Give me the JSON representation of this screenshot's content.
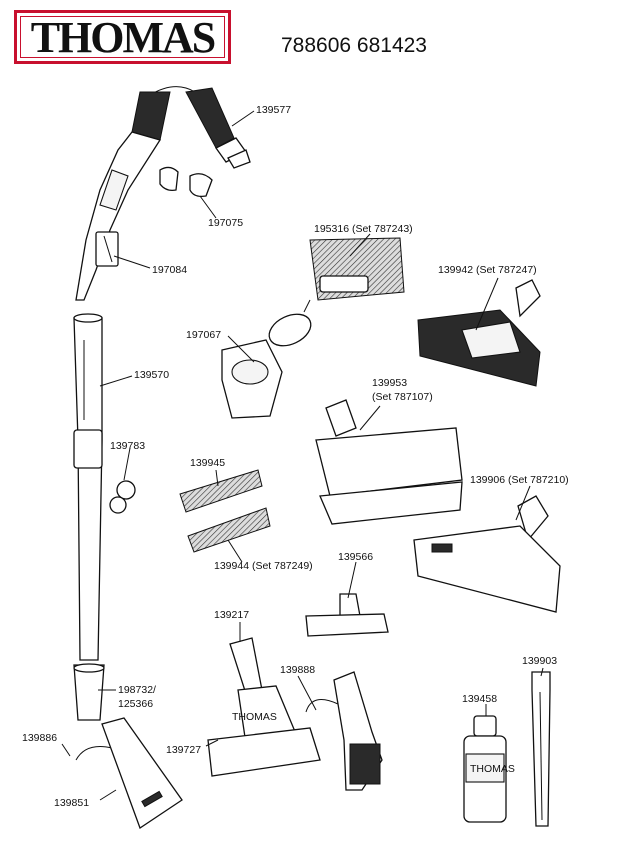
{
  "brand": {
    "logo_text": "THOMAS",
    "border_color": "#c8102e"
  },
  "document": {
    "number": "788606 681423"
  },
  "parts": [
    {
      "id": "p139577",
      "label": "139577"
    },
    {
      "id": "p197075",
      "label": "197075"
    },
    {
      "id": "p197084",
      "label": "197084"
    },
    {
      "id": "p195316",
      "label": "195316 (Set 787243)"
    },
    {
      "id": "p139942",
      "label": "139942 (Set 787247)"
    },
    {
      "id": "p197067",
      "label": "197067"
    },
    {
      "id": "p139570",
      "label": "139570"
    },
    {
      "id": "p139953a",
      "label": "139953"
    },
    {
      "id": "p139953b",
      "label": "(Set 787107)"
    },
    {
      "id": "p139783",
      "label": "139783"
    },
    {
      "id": "p139945",
      "label": "139945"
    },
    {
      "id": "p139906",
      "label": "139906 (Set 787210)"
    },
    {
      "id": "p139944",
      "label": "139944 (Set 787249)"
    },
    {
      "id": "p139566",
      "label": "139566"
    },
    {
      "id": "p139217",
      "label": "139217"
    },
    {
      "id": "p139903",
      "label": "139903"
    },
    {
      "id": "p139888",
      "label": "139888"
    },
    {
      "id": "p198732",
      "label": "198732/"
    },
    {
      "id": "p125366",
      "label": "125366"
    },
    {
      "id": "p139458",
      "label": "139458"
    },
    {
      "id": "p139886",
      "label": "139886"
    },
    {
      "id": "p139727",
      "label": "139727"
    },
    {
      "id": "p139851",
      "label": "139851"
    }
  ],
  "product_labels": {
    "bottle_brand": "THOMAS",
    "mini_brand": "THOMAS"
  }
}
